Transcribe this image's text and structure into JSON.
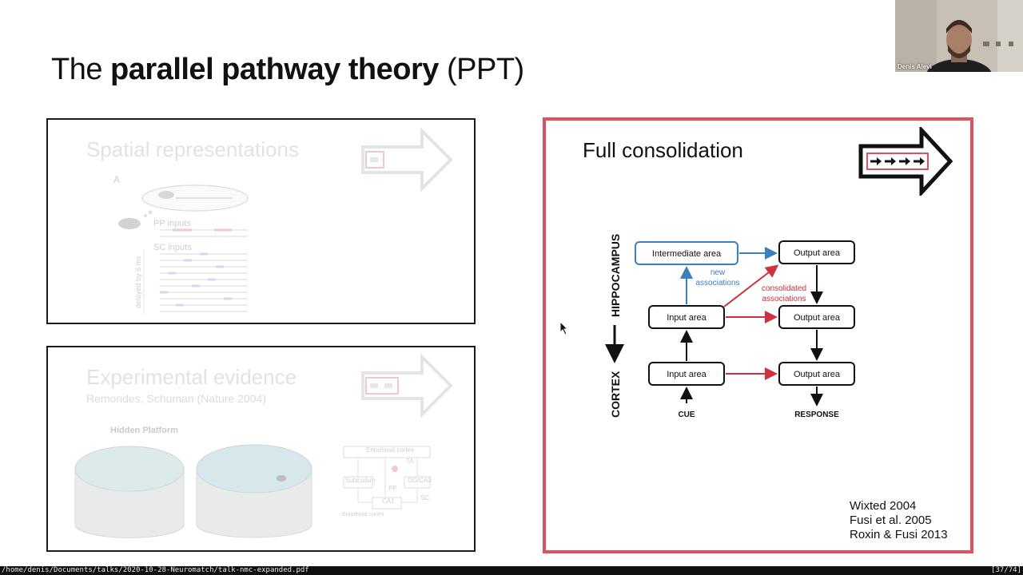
{
  "slide": {
    "title_prefix": "The ",
    "title_bold": "parallel pathway theory",
    "title_suffix": " (PPT)"
  },
  "panel_spatial": {
    "title": "Spatial representations",
    "label_a": "A",
    "label_pp": "PP",
    "label_pp_inputs": "inputs",
    "label_sc": "SC inputs",
    "label_delay": "delayed by 8 ms"
  },
  "panel_experimental": {
    "title": "Experimental evidence",
    "citation": "Remondes, Schuman (Nature 2004)",
    "image_label": "Hidden Platform",
    "diagram_top": "Entorhinal cortex",
    "diagram_left": "Subiculum",
    "diagram_right": "DG/CA3",
    "diagram_bottom": "CA1",
    "diagram_pp": "PP",
    "diagram_sc": "SC",
    "diagram_ta": "TA",
    "diagram_footer": "Entorhinal cortex"
  },
  "panel_consolidation": {
    "title": "Full consolidation",
    "axis_top": "HIPPOCAMPUS",
    "axis_bottom": "CORTEX",
    "box_intermediate": "Intermediate area",
    "box_output_top": "Output area",
    "box_input_mid": "Input area",
    "box_output_mid": "Output area",
    "box_input_bottom": "Input area",
    "box_output_bottom": "Output area",
    "label_new_1": "new",
    "label_new_2": "associations",
    "label_cons_1": "consolidated",
    "label_cons_2": "associations",
    "label_cue": "CUE",
    "label_response": "RESPONSE",
    "refs": [
      "Wixted 2004",
      "Fusi et al. 2005",
      "Roxin & Fusi 2013"
    ]
  },
  "webcam": {
    "name": "Denis Alevi"
  },
  "statusbar": {
    "path": "/home/denis/Documents/talks/2020-10-28-Neuromatch/talk-nmc-expanded.pdf",
    "page": "[37/74]"
  },
  "colors": {
    "accent": "#e0505f",
    "blue": "#3a7fbf",
    "red": "#d2303c"
  },
  "icons": [
    "right-arrow-icon",
    "mouse-cursor-icon"
  ]
}
